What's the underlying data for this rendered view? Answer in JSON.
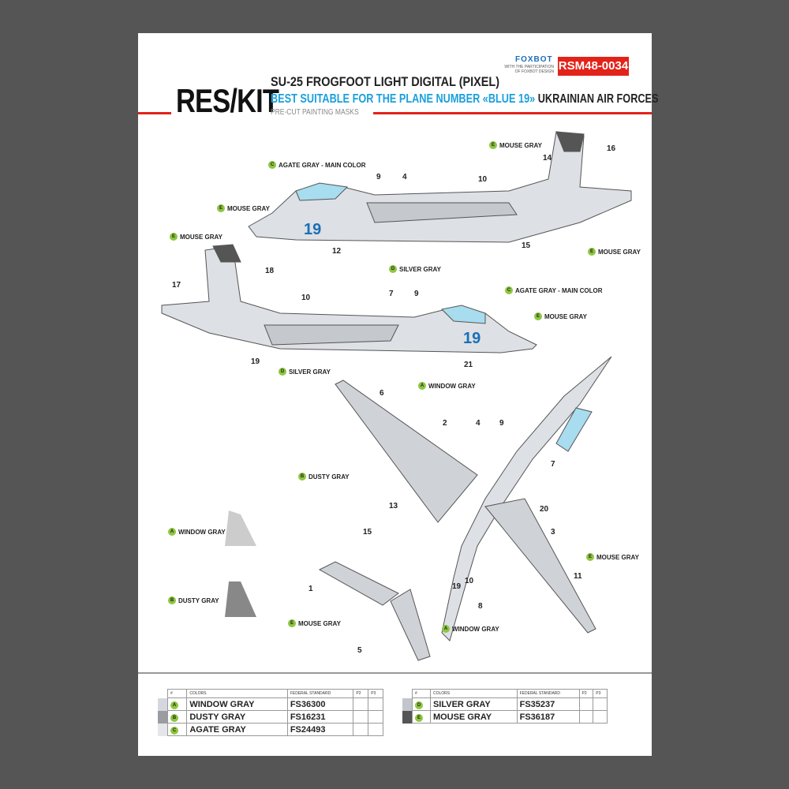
{
  "header": {
    "logo": "RES/KIT",
    "title": "SU-25 FROGFOOT LIGHT DIGITAL (PIXEL)",
    "subtitle_blue": "BEST SUITABLE FOR THE PLANE NUMBER «BLUE 19»",
    "subtitle_dark": "UKRAINIAN AIR FORCES",
    "tagline": "PRE-CUT PAINTING MASKS",
    "partner": "FOXBOT",
    "partner_note": "WITH THE PARTICIPATION OF FOXBOT DESIGN",
    "product_code": "RSM48-0034"
  },
  "aircraft_number": "19",
  "callouts": [
    {
      "letter": "C",
      "label": "AGATE GRAY - MAIN COLOR"
    },
    {
      "letter": "E",
      "label": "MOUSE GRAY"
    },
    {
      "letter": "E",
      "label": "MOUSE GRAY"
    },
    {
      "letter": "E",
      "label": "MOUSE GRAY"
    },
    {
      "letter": "D",
      "label": "SILVER GRAY"
    },
    {
      "letter": "E",
      "label": "MOUSE GRAY"
    },
    {
      "letter": "C",
      "label": "AGATE GRAY - MAIN COLOR"
    },
    {
      "letter": "E",
      "label": "MOUSE GRAY"
    },
    {
      "letter": "D",
      "label": "SILVER GRAY"
    },
    {
      "letter": "A",
      "label": "WINDOW GRAY"
    },
    {
      "letter": "B",
      "label": "DUSTY GRAY"
    },
    {
      "letter": "A",
      "label": "WINDOW GRAY"
    },
    {
      "letter": "B",
      "label": "DUSTY GRAY"
    },
    {
      "letter": "E",
      "label": "MOUSE GRAY"
    },
    {
      "letter": "A",
      "label": "WINDOW GRAY"
    },
    {
      "letter": "E",
      "label": "MOUSE GRAY"
    }
  ],
  "numbers": [
    "9",
    "4",
    "10",
    "14",
    "16",
    "12",
    "15",
    "17",
    "18",
    "10",
    "7",
    "9",
    "19",
    "21",
    "6",
    "2",
    "4",
    "9",
    "7",
    "13",
    "20",
    "15",
    "3",
    "19",
    "10",
    "11",
    "1",
    "8",
    "5"
  ],
  "table_headers": {
    "num": "#",
    "colors": "COLORS",
    "fs": "FEDERAL STANDARD",
    "p2": "P2",
    "p3": "P3"
  },
  "colors_left": [
    {
      "letter": "A",
      "name": "WINDOW GRAY",
      "fs": "FS36300",
      "swatch": "#d4d8de"
    },
    {
      "letter": "B",
      "name": "DUSTY GRAY",
      "fs": "FS16231",
      "swatch": "#9a9ca0"
    },
    {
      "letter": "C",
      "name": "AGATE GRAY",
      "fs": "FS24493",
      "swatch": "#e4e6ea"
    }
  ],
  "colors_right": [
    {
      "letter": "D",
      "name": "SILVER GRAY",
      "fs": "FS35237",
      "swatch": "#c2c6cc"
    },
    {
      "letter": "E",
      "name": "MOUSE GRAY",
      "fs": "FS36187",
      "swatch": "#555558"
    }
  ]
}
